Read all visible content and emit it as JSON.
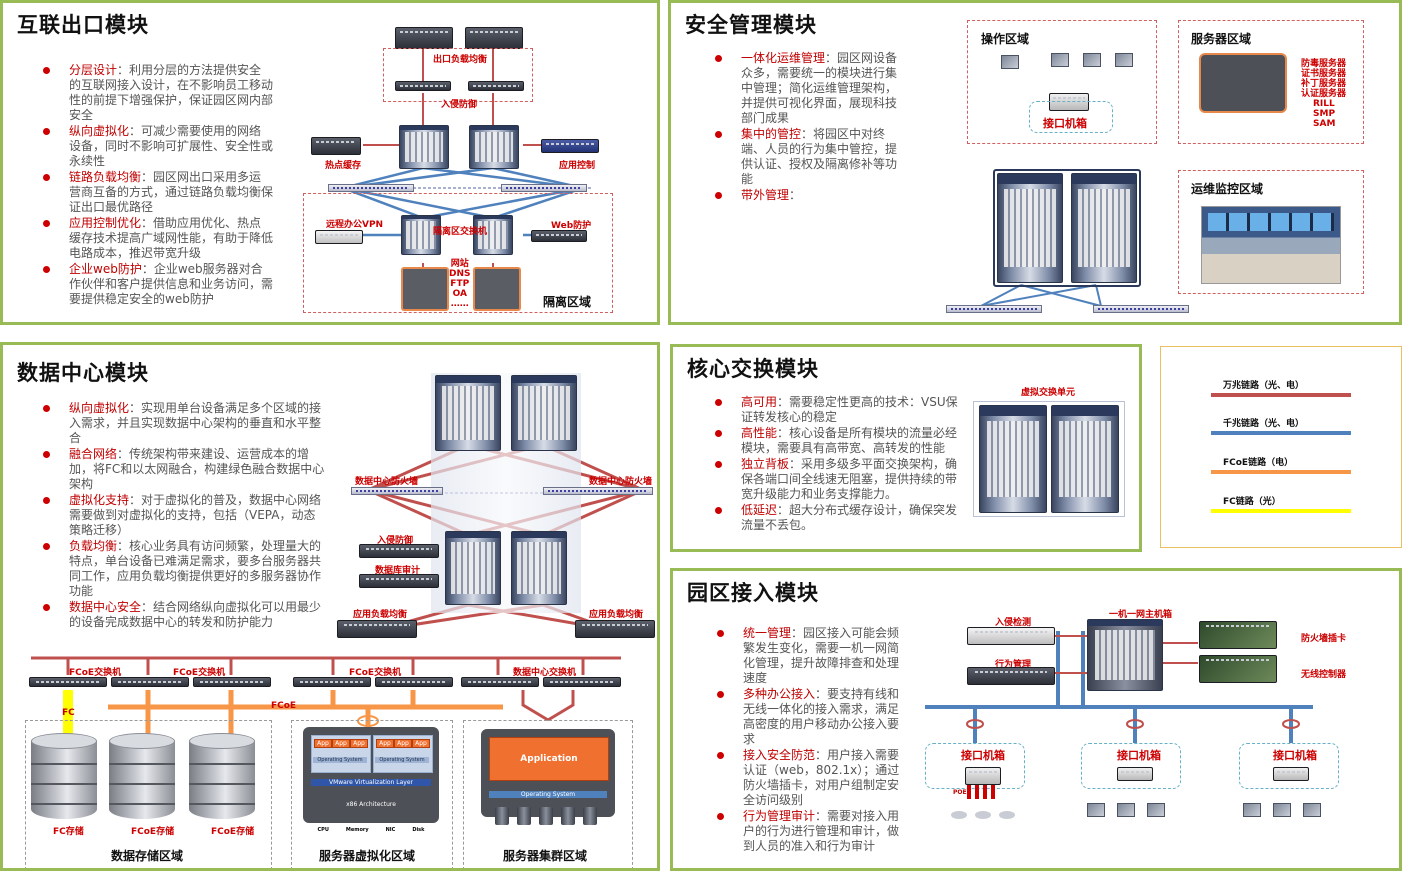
{
  "panels": {
    "internet_exit": {
      "title": "互联出口模块",
      "bullets": [
        {
          "key": "分层设计",
          "text": "：利用分层的方法提供安全的互联网接入设计，在不影响员工移动性的前提下增强保护，保证园区网内部安全"
        },
        {
          "key": "纵向虚拟化",
          "text": "：可减少需要使用的网络设备，同时不影响可扩展性、安全性或永续性"
        },
        {
          "key": "链路负载均衡",
          "text": "：园区网出口采用多运营商互备的方式，通过链路负载均衡保证出口最优路径"
        },
        {
          "key": "应用控制优化",
          "text": "：借助应用优化、热点缓存技术提高广域网性能，有助于降低电路成本，推迟带宽升级"
        },
        {
          "key": "企业web防护",
          "text": "：企业web服务器对合作伙伴和客户提供信息和业务访问，需要提供稳定安全的web防护"
        }
      ],
      "labels": {
        "exit_lb": "出口负载均衡",
        "ips": "入侵防御",
        "hot_cache": "热点缓存",
        "app_control": "应用控制",
        "remote_vpn": "远程办公VPN",
        "isolation_switch": "隔离区交换机",
        "web_protect": "Web防护",
        "services": [
          "网站",
          "DNS",
          "FTP",
          "OA",
          "……"
        ],
        "isolation_zone": "隔离区域"
      }
    },
    "security_mgmt": {
      "title": "安全管理模块",
      "bullets": [
        {
          "key": "一体化运维管理",
          "text": "：园区网设备众多，需要统一的模块进行集中管理；简化运维管理架构，并提供可视化界面，展现科技部门成果"
        },
        {
          "key": "集中的管控",
          "text": "：将园区中对终端、人员的行为集中管控，提供认证、授权及隔离修补等功能"
        },
        {
          "key": "带外管理",
          "text": "："
        }
      ],
      "labels": {
        "ops_zone": "操作区域",
        "interface_box": "接口机箱",
        "server_zone": "服务器区域",
        "server_list": [
          "防毒服务器",
          "证书服务器",
          "补丁服务器",
          "认证服务器",
          "RILL",
          "SMP",
          "SAM"
        ],
        "monitor_zone": "运维监控区域"
      }
    },
    "data_center": {
      "title": "数据中心模块",
      "bullets": [
        {
          "key": "纵向虚拟化",
          "text": "：实现用单台设备满足多个区域的接入需求，并且实现数据中心架构的垂直和水平整合"
        },
        {
          "key": "融合网络",
          "text": "：传统架构带来建设、运营成本的增加，将FC和以太网融合，构建绿色融合数据中心架构"
        },
        {
          "key": "虚拟化支持",
          "text": "：对于虚拟化的普及，数据中心网络需要做到对虚拟化的支持，包括（VEPA，动态策略迁移）"
        },
        {
          "key": "负载均衡",
          "text": "：核心业务具有访问频繁，处理量大的特点，单台设备已难满足需求，要多台服务器共同工作，应用负载均衡提供更好的多服务器协作功能"
        },
        {
          "key": "数据中心安全",
          "text": "：结合网络纵向虚拟化可以用最少的设备完成数据中心的转发和防护能力"
        }
      ],
      "labels": {
        "dc_fw_left": "数据中心防火墙",
        "dc_fw_right": "数据中心防火墙",
        "ips": "入侵防御",
        "db_audit": "数据库审计",
        "lb_left": "应用负载均衡",
        "lb_right": "应用负载均衡",
        "fcoe_sw": [
          "FCoE交换机",
          "FCoE交换机",
          "FCoE交换机"
        ],
        "dc_sw": "数据中心交换机",
        "fc": "FC",
        "fcoe": "FCoE",
        "storage": [
          "FC存储",
          "FCoE存储",
          "FCoE存储"
        ],
        "zone_storage": "数据存储区域",
        "zone_virt": "服务器虚拟化区域",
        "zone_cluster": "服务器集群区域",
        "application": "Application",
        "operating_system": "Operating System",
        "vmware_layer": "VMware Virtualization Layer",
        "x86": "x86 Architecture",
        "app": "App",
        "hw": [
          "CPU",
          "Memory",
          "NIC",
          "Disk"
        ]
      }
    },
    "core_switch": {
      "title": "核心交换模块",
      "bullets": [
        {
          "key": "高可用",
          "text": "：需要稳定性更高的技术：VSU保证转发核心的稳定"
        },
        {
          "key": "高性能",
          "text": "：核心设备是所有模块的流量必经模块，需要具有高带宽、高转发的性能"
        },
        {
          "key": "独立背板",
          "text": "：采用多级多平面交换架构，确保各端口间全线速无阻塞，提供持续的带宽升级能力和业务支撑能力。"
        },
        {
          "key": "低延迟",
          "text": "：超大分布式缓存设计，确保突发流量不丢包。"
        }
      ],
      "labels": {
        "vsu": "虚拟交换单元"
      }
    },
    "legend": {
      "items": [
        {
          "label": "万兆链路（光、电）",
          "color": "#c0504d"
        },
        {
          "label": "千兆链路（光、电）",
          "color": "#4f81bd"
        },
        {
          "label": "FCoE链路（电）",
          "color": "#f79646"
        },
        {
          "label": "FC链路（光）",
          "color": "#ffff00"
        }
      ]
    },
    "campus_access": {
      "title": "园区接入模块",
      "bullets": [
        {
          "key": "统一管理",
          "text": "：园区接入可能会频繁发生变化，需要一机一网简化管理，提升故障排查和处理速度"
        },
        {
          "key": "多种办公接入",
          "text": "：要支持有线和无线一体化的接入需求，满足高密度的用户移动办公接入要求"
        },
        {
          "key": "接入安全防范",
          "text": "：用户接入需要认证（web，802.1x）；通过防火墙插卡，对用户组制定安全访问级别"
        },
        {
          "key": "行为管理审计",
          "text": "：需要对接入用户的行为进行管理和审计，做到人员的准入和行为审计"
        }
      ],
      "labels": {
        "ids": "入侵检测",
        "behavior": "行为管理",
        "chassis": "一机一网主机箱",
        "fw_card": "防火墙插卡",
        "wlc": "无线控制器",
        "iface": [
          "接口机箱",
          "接口机箱",
          "接口机箱"
        ],
        "poe": "POE"
      }
    }
  }
}
